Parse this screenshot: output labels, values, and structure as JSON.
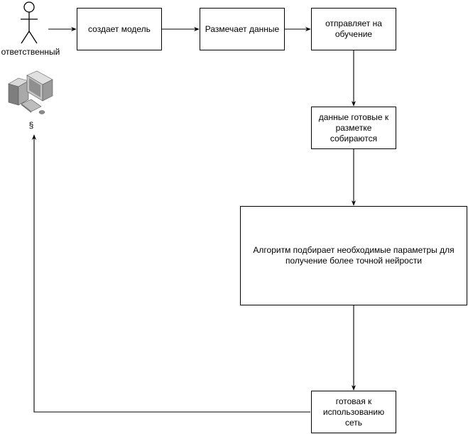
{
  "actor": {
    "label": "ответственный",
    "icon": "stick-figure-icon"
  },
  "computer": {
    "icon": "desktop-computer-icon",
    "label": "§"
  },
  "nodes": {
    "create_model": "создает модель",
    "label_data": "Размечает данные",
    "send_training": "отправляет на\nобучение",
    "data_ready": "данные готовые к\nразметке\nсобираются",
    "algorithm": "Алгоритм подбирает необходимые параметры для\nполучение более точной нейрости",
    "ready_network": "готовая к\nиспользованию сеть"
  },
  "colors": {
    "stroke": "#000000",
    "background": "#ffffff"
  }
}
